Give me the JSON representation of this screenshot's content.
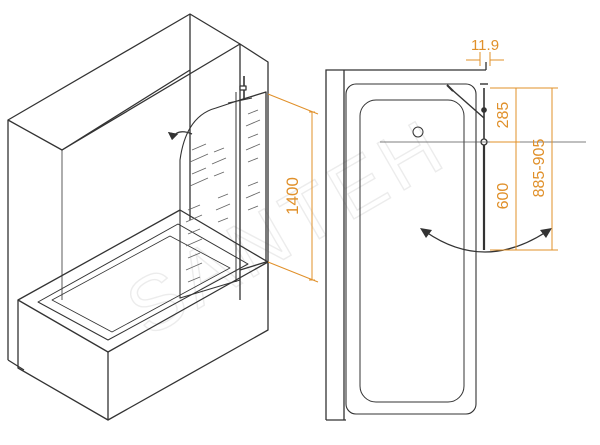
{
  "dimensions": {
    "height_label": "1400",
    "profile_width_label": "11.9",
    "top_offset_label": "285",
    "panel_width_label": "600",
    "swing_range_label": "885-905"
  },
  "watermark": {
    "text": "SANTEH"
  },
  "colors": {
    "line": "#333333",
    "dimension": "#e0902a",
    "watermark": "#e4e4e4"
  }
}
